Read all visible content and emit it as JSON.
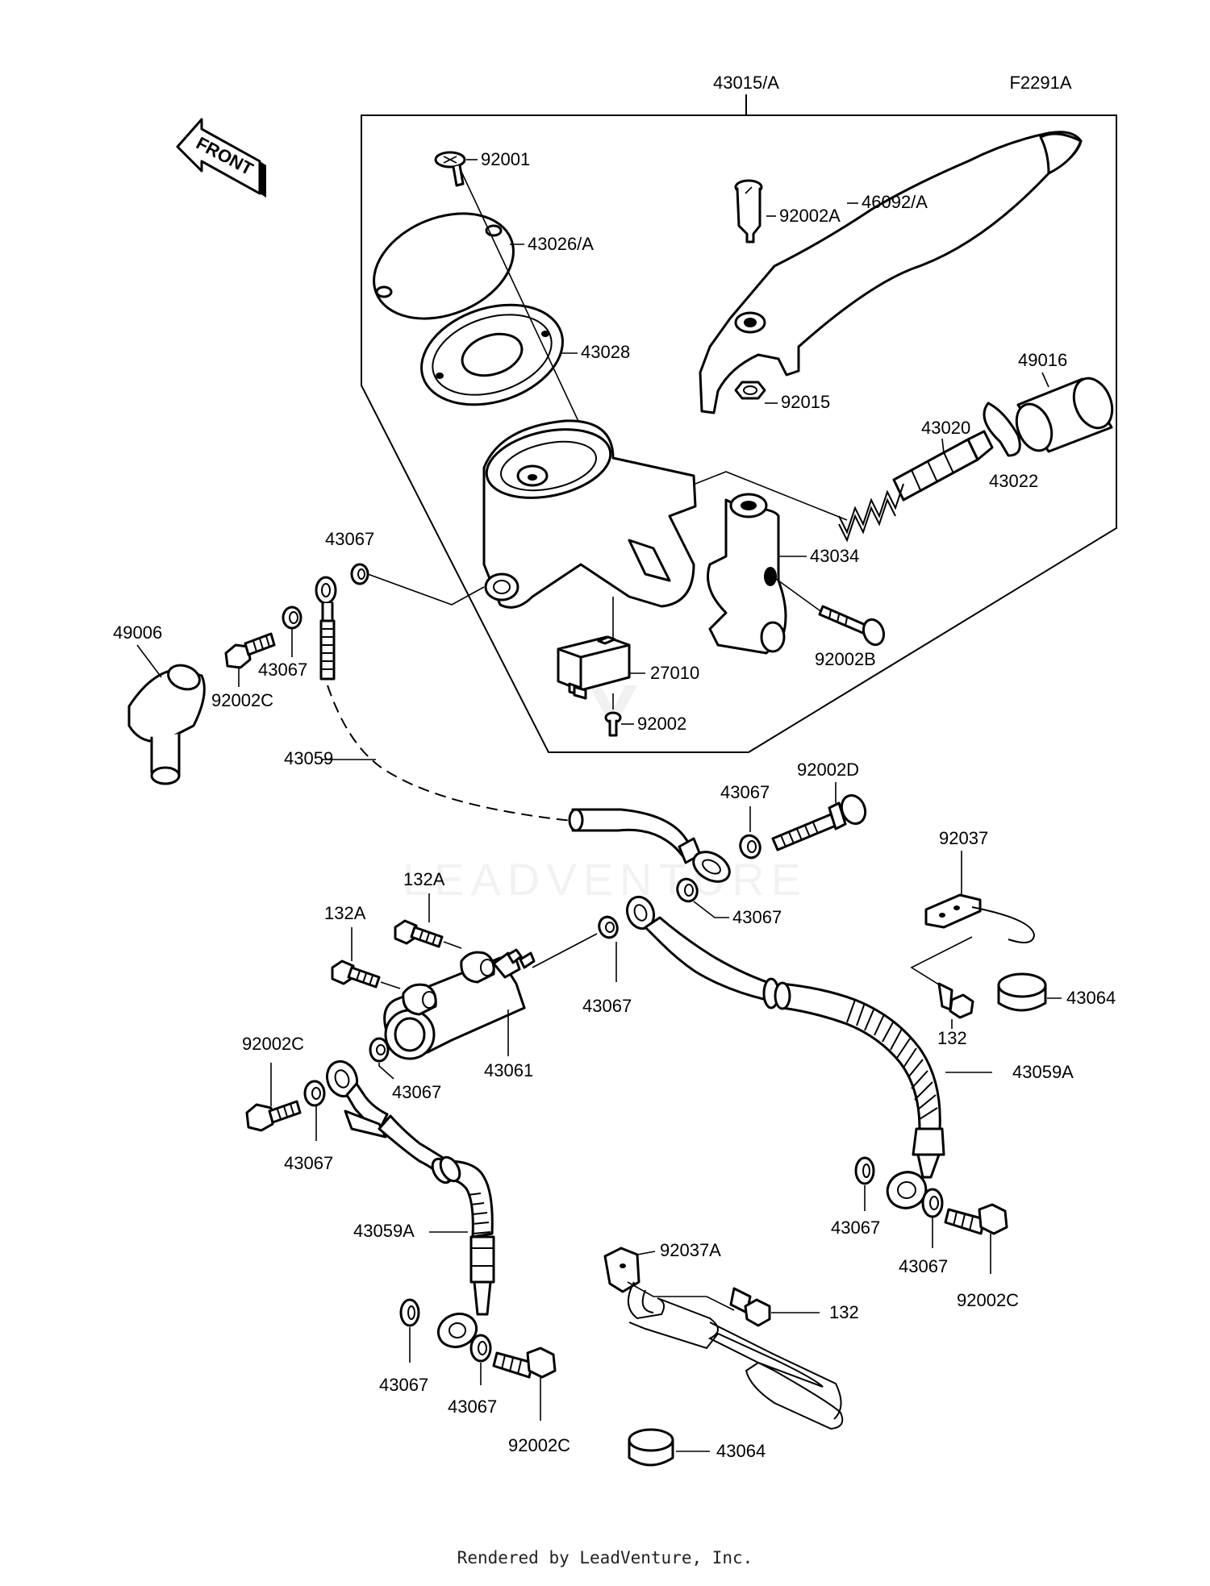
{
  "diagram_code": "F2291A",
  "assembly_label": "43015/A",
  "front_label": "FRONT",
  "watermark": "LEADVENTURE",
  "footer": "Rendered by LeadVenture, Inc.",
  "parts": {
    "p92001": "92001",
    "p43026a": "43026/A",
    "p43028": "43028",
    "p92002a": "92002A",
    "p46092a": "46092/A",
    "p92015": "92015",
    "p49016": "49016",
    "p43020": "43020",
    "p43022": "43022",
    "p43034": "43034",
    "p43067_a": "43067",
    "p49006": "49006",
    "p43067_b": "43067",
    "p92002c_a": "92002C",
    "p92002b": "92002B",
    "p27010": "27010",
    "p92002": "92002",
    "p43059": "43059",
    "p92002d": "92002D",
    "p43067_c": "43067",
    "p92037": "92037",
    "p132a_a": "132A",
    "p132a_b": "132A",
    "p43067_d": "43067",
    "p43067_e": "43067",
    "p43064_a": "43064",
    "p132_a": "132",
    "p92002c_b": "92002C",
    "p43061": "43061",
    "p43067_f": "43067",
    "p43059a_a": "43059A",
    "p43067_g": "43067",
    "p43059a_b": "43059A",
    "p92037a": "92037A",
    "p43067_h": "43067",
    "p43067_i": "43067",
    "p92002c_c": "92002C",
    "p132_b": "132",
    "p43067_j": "43067",
    "p43067_k": "43067",
    "p92002c_d": "92002C",
    "p43064_b": "43064"
  }
}
